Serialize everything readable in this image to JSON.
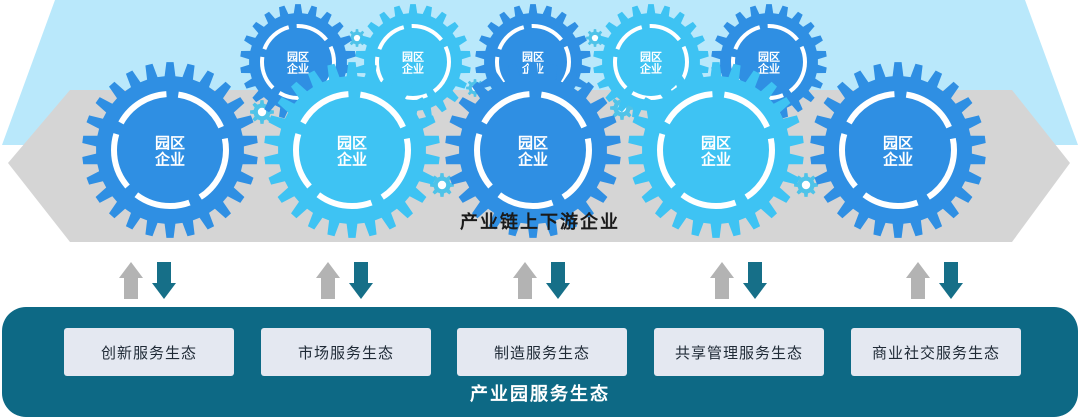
{
  "gear_label": {
    "line1": "园区",
    "line2": "企业"
  },
  "upstream_title": "产业链上下游企业",
  "service_title": "产业园服务生态",
  "service_items": [
    "创新服务生态",
    "市场服务生态",
    "制造服务生态",
    "共享管理服务生态",
    "商业社交服务生态"
  ],
  "colors": {
    "sky": "#b9e8fb",
    "platform": "#d5d5d5",
    "gear_dark": "#2f8fe3",
    "gear_light": "#3ec3f3",
    "gear_small": "#4fc3e8",
    "arrow_up": "#b3b3b3",
    "arrow_down": "#166f88",
    "base": "#0d6985",
    "service_box": "#e4e8f1"
  }
}
